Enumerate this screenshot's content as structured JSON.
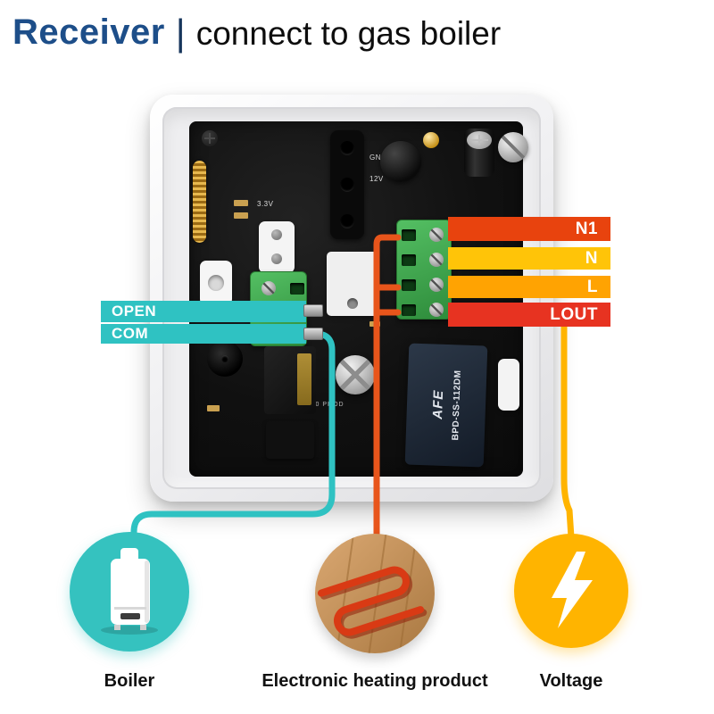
{
  "header": {
    "brand": "Receiver",
    "divider": "|",
    "subtitle": "connect to gas boiler",
    "brand_color": "#1d4e89"
  },
  "wiring_labels": {
    "left": [
      {
        "text": "OPEN",
        "color": "#2fc2c2"
      },
      {
        "text": "COM",
        "color": "#2fc2c2"
      }
    ],
    "right": [
      {
        "text": "N1",
        "color": "#e8430e"
      },
      {
        "text": "N",
        "color": "#ffc408"
      },
      {
        "text": "L",
        "color": "#ffa302"
      },
      {
        "text": "LOUT",
        "color": "#e73321"
      }
    ]
  },
  "pcb": {
    "label_gnd": "GND",
    "label_12v": "12V",
    "label_3v3": "3.3V",
    "label_prod": "V1.0 PROD",
    "relay_brand": "AFE",
    "relay_model": "BPD-SS-112DM"
  },
  "wires": [
    {
      "name": "open-com-to-boiler",
      "color": "#2fc2c2"
    },
    {
      "name": "terminal-to-heating",
      "color": "#e8551b"
    },
    {
      "name": "line-to-voltage",
      "color": "#ffb400"
    }
  ],
  "outputs": [
    {
      "caption": "Boiler",
      "color": "#35c2bf"
    },
    {
      "caption": "Electronic heating product",
      "color": "#a97841"
    },
    {
      "caption": "Voltage",
      "color": "#ffb400"
    }
  ]
}
